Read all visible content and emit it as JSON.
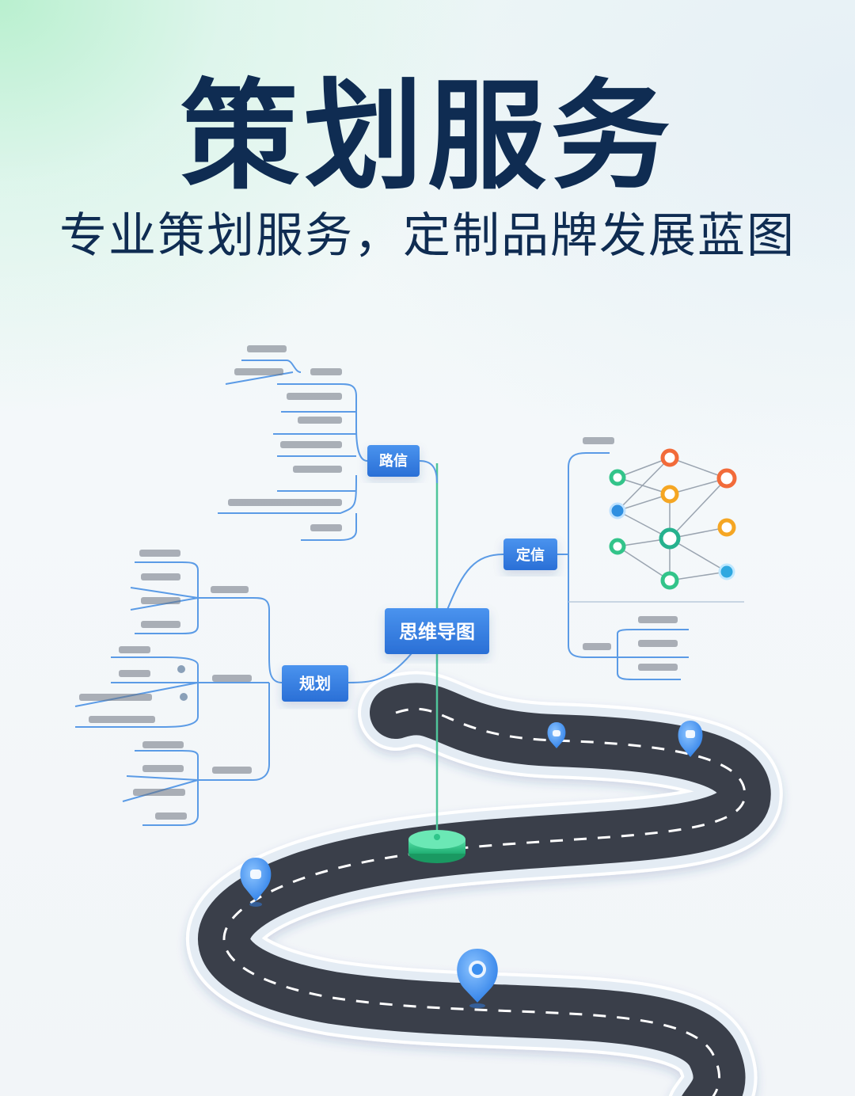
{
  "header": {
    "title": "策划服务",
    "subtitle": "专业策划服务，定制品牌发展蓝图"
  },
  "mindmap": {
    "center": "思维导图",
    "branch_top": "路信",
    "branch_right": "定信",
    "branch_left": "规划"
  },
  "colors": {
    "title": "#0f2c52",
    "node_blue": "#2f7de0",
    "road": "#3a3f4a",
    "pin": "#3b8ff0",
    "base_green": "#2fc58a"
  },
  "icons": {
    "pin": "map-pin-icon",
    "network": "network-graph-icon"
  }
}
